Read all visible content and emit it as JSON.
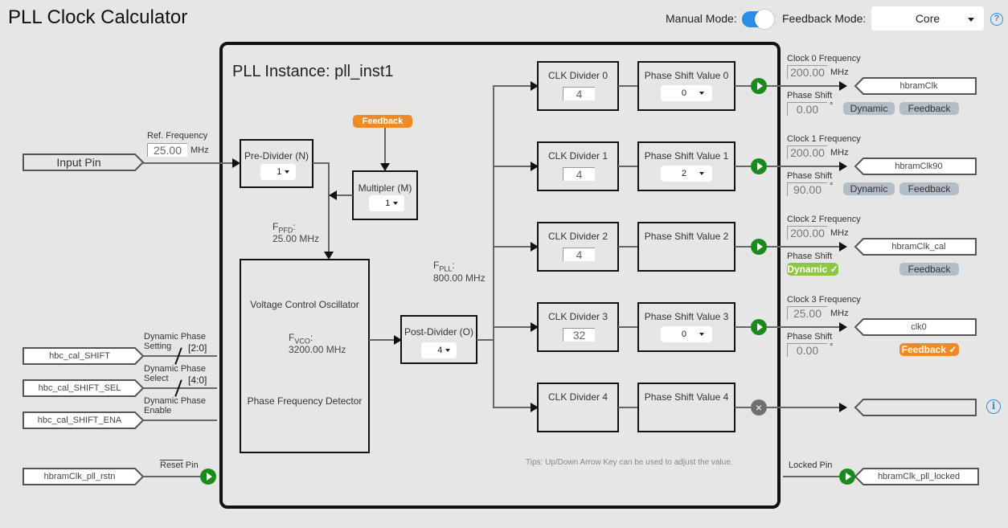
{
  "app": {
    "title": "PLL Clock Calculator"
  },
  "header": {
    "manual_mode_label": "Manual Mode:",
    "manual_mode_on": true,
    "feedback_mode_label": "Feedback Mode:",
    "feedback_mode_value": "Core",
    "help_icon": "?"
  },
  "instance": {
    "title": "PLL Instance: pll_inst1"
  },
  "input": {
    "pin_label": "Input Pin",
    "ref_freq_label": "Ref. Frequency",
    "ref_freq_value": "25.00",
    "ref_freq_unit": "MHz"
  },
  "pre_divider": {
    "label": "Pre-Divider (N)",
    "value": "1"
  },
  "feedback_badge": "Feedback",
  "multiplier": {
    "label": "Multipler (M)",
    "value": "1"
  },
  "fpfd": {
    "label": "F",
    "sub": "PFD",
    "suffix": ":",
    "value": "25.00 MHz"
  },
  "vco": {
    "vco_label": "Voltage Control Oscillator",
    "fvco_label": "F",
    "fvco_sub": "VCO",
    "fvco_suffix": ":",
    "fvco_value": "3200.00 MHz",
    "pfd_label": "Phase Frequency Detector"
  },
  "post_divider": {
    "label": "Post-Divider (O)",
    "value": "4"
  },
  "fpll": {
    "label": "F",
    "sub": "PLL",
    "suffix": ":",
    "value": "800.00 MHz"
  },
  "dividers": [
    {
      "label": "CLK Divider 0",
      "value": "4"
    },
    {
      "label": "CLK Divider 1",
      "value": "4"
    },
    {
      "label": "CLK Divider 2",
      "value": "4"
    },
    {
      "label": "CLK Divider 3",
      "value": "32"
    },
    {
      "label": "CLK Divider 4",
      "value": ""
    }
  ],
  "phase_shifts": [
    {
      "label": "Phase Shift Value 0",
      "value": "0"
    },
    {
      "label": "Phase Shift Value 1",
      "value": "2"
    },
    {
      "label": "Phase Shift Value 2",
      "value": ""
    },
    {
      "label": "Phase Shift Value 3",
      "value": "0"
    },
    {
      "label": "Phase Shift Value 4",
      "value": ""
    }
  ],
  "outputs": [
    {
      "freq_label": "Clock 0 Frequency",
      "freq": "200.00",
      "unit": "MHz",
      "pin": "hbramClk",
      "phase_label": "Phase Shift",
      "phase": "0.00",
      "deg": "°",
      "dynamic": "Dynamic",
      "feedback": "Feedback",
      "enabled": true
    },
    {
      "freq_label": "Clock 1 Frequency",
      "freq": "200.00",
      "unit": "MHz",
      "pin": "hbramClk90",
      "phase_label": "Phase Shift",
      "phase": "90.00",
      "deg": "°",
      "dynamic": "Dynamic",
      "feedback": "Feedback",
      "enabled": true
    },
    {
      "freq_label": "Clock 2 Frequency",
      "freq": "200.00",
      "unit": "MHz",
      "pin": "hbramClk_cal",
      "phase_label": "Phase Shift",
      "dynamic": "Dynamic ✓",
      "feedback": "Feedback",
      "enabled": true
    },
    {
      "freq_label": "Clock 3 Frequency",
      "freq": "25.00",
      "unit": "MHz",
      "pin": "clk0",
      "phase_label": "Phase Shift",
      "phase": "0.00",
      "deg": "°",
      "feedback": "Feedback ✓",
      "enabled": true
    },
    {
      "pin": "",
      "enabled": false,
      "disabled_icon": "×"
    }
  ],
  "dynamic_phase": {
    "setting_label_1": "Dynamic Phase",
    "setting_label_2": "Setting",
    "setting_bits": "[2:0]",
    "setting_pin": "hbc_cal_SHIFT",
    "select_label_1": "Dynamic Phase",
    "select_label_2": "Select",
    "select_bits": "[4:0]",
    "select_pin": "hbc_cal_SHIFT_SEL",
    "enable_label_1": "Dynamic Phase",
    "enable_label_2": "Enable",
    "enable_pin": "hbc_cal_SHIFT_ENA"
  },
  "reset": {
    "label_overline": "Reset",
    "label_rest": " Pin",
    "pin": "hbramClk_pll_rstn"
  },
  "locked": {
    "label": "Locked Pin",
    "pin": "hbramClk_pll_locked"
  },
  "tips": "Tips: Up/Down Arrow Key can be used to adjust the value.",
  "info_icon": "i",
  "colors": {
    "accent": "#2b8fea",
    "go": "#1a8a1a",
    "feedback": "#f08a24",
    "dynamic_on": "#8dc63f",
    "pill_off": "#b3bec6"
  }
}
